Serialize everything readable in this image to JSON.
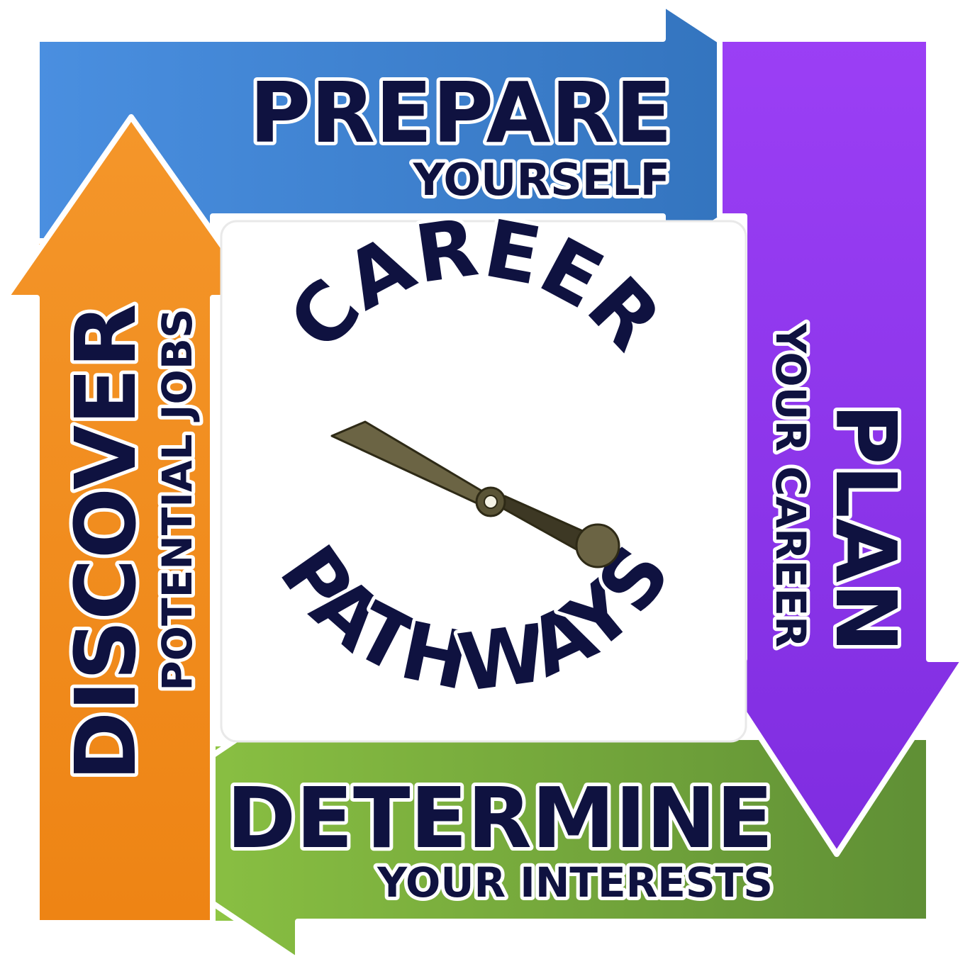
{
  "center": {
    "title_top": "CAREER",
    "title_bottom": "PATHWAYS"
  },
  "steps": [
    {
      "title": "PREPARE",
      "subtitle": "YOURSELF",
      "color": "#3f86d9"
    },
    {
      "title": "PLAN",
      "subtitle": "YOUR CAREER",
      "color": "#8b34ee"
    },
    {
      "title": "DETERMINE",
      "subtitle": "YOUR INTERESTS",
      "color": "#7aab3e"
    },
    {
      "title": "DISCOVER",
      "subtitle": "POTENTIAL JOBS",
      "color": "#f18a1c"
    }
  ],
  "colors": {
    "text": "#0f1240",
    "needle": "#6b6444",
    "needle_outline": "#2e2a16"
  }
}
